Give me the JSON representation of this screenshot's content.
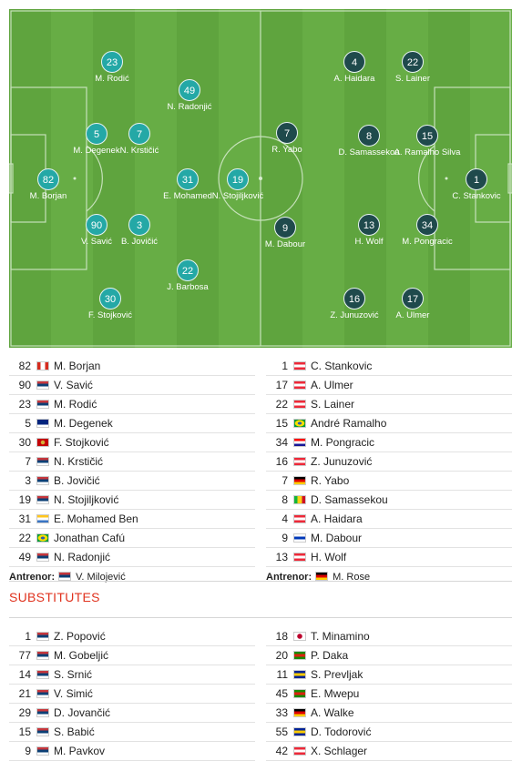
{
  "home": {
    "color": "#24a8a6",
    "players": [
      {
        "number": "23",
        "name": "M. Rodić"
      },
      {
        "number": "49",
        "name": "N. Radonjić"
      },
      {
        "number": "5",
        "name": "M. Degenek"
      },
      {
        "number": "7",
        "name": "N. Krstičić"
      },
      {
        "number": "82",
        "name": "M. Borjan"
      },
      {
        "number": "31",
        "name": "E. Mohamed"
      },
      {
        "number": "19",
        "name": "N. Stojiljković"
      },
      {
        "number": "90",
        "name": "V. Savić"
      },
      {
        "number": "3",
        "name": "B. Jovičić"
      },
      {
        "number": "22",
        "name": "J. Barbosa"
      },
      {
        "number": "30",
        "name": "F. Stojković"
      }
    ],
    "lineup": [
      {
        "number": "82",
        "name": "M. Borjan",
        "flag": "canada"
      },
      {
        "number": "90",
        "name": "V. Savić",
        "flag": "serbia"
      },
      {
        "number": "23",
        "name": "M. Rodić",
        "flag": "serbia"
      },
      {
        "number": "5",
        "name": "M. Degenek",
        "flag": "australia"
      },
      {
        "number": "30",
        "name": "F. Stojković",
        "flag": "montenegro"
      },
      {
        "number": "7",
        "name": "N. Krstičić",
        "flag": "serbia"
      },
      {
        "number": "3",
        "name": "B. Jovičić",
        "flag": "serbia"
      },
      {
        "number": "19",
        "name": "N. Stojiljković",
        "flag": "serbia"
      },
      {
        "number": "31",
        "name": "E. Mohamed Ben",
        "flag": "comoros"
      },
      {
        "number": "22",
        "name": "Jonathan Cafú",
        "flag": "brazil"
      },
      {
        "number": "49",
        "name": "N. Radonjić",
        "flag": "serbia"
      }
    ],
    "coach_label": "Antrenor:",
    "coach": "V. Milojević",
    "coach_flag": "serbia",
    "subs": [
      {
        "number": "1",
        "name": "Z. Popović",
        "flag": "serbia"
      },
      {
        "number": "77",
        "name": "M. Gobeljić",
        "flag": "serbia"
      },
      {
        "number": "14",
        "name": "S. Srnić",
        "flag": "serbia"
      },
      {
        "number": "21",
        "name": "V. Simić",
        "flag": "serbia"
      },
      {
        "number": "29",
        "name": "D. Jovančić",
        "flag": "serbia"
      },
      {
        "number": "15",
        "name": "S. Babić",
        "flag": "serbia"
      },
      {
        "number": "9",
        "name": "M. Pavkov",
        "flag": "serbia"
      }
    ]
  },
  "away": {
    "color": "#1f4a4c",
    "players": [
      {
        "number": "4",
        "name": "A. Haidara"
      },
      {
        "number": "22",
        "name": "S. Lainer"
      },
      {
        "number": "7",
        "name": "R. Yabo"
      },
      {
        "number": "8",
        "name": "D. Samassekou"
      },
      {
        "number": "15",
        "name": "A. Ramalho Silva"
      },
      {
        "number": "1",
        "name": "C. Stankovic"
      },
      {
        "number": "9",
        "name": "M. Dabour"
      },
      {
        "number": "13",
        "name": "H. Wolf"
      },
      {
        "number": "34",
        "name": "M. Pongracic"
      },
      {
        "number": "16",
        "name": "Z. Junuzović"
      },
      {
        "number": "17",
        "name": "A. Ulmer"
      }
    ],
    "lineup": [
      {
        "number": "1",
        "name": "C. Stankovic",
        "flag": "austria"
      },
      {
        "number": "17",
        "name": "A. Ulmer",
        "flag": "austria"
      },
      {
        "number": "22",
        "name": "S. Lainer",
        "flag": "austria"
      },
      {
        "number": "15",
        "name": "André Ramalho",
        "flag": "brazil"
      },
      {
        "number": "34",
        "name": "M. Pongracic",
        "flag": "croatia"
      },
      {
        "number": "16",
        "name": "Z. Junuzović",
        "flag": "austria"
      },
      {
        "number": "7",
        "name": "R. Yabo",
        "flag": "germany"
      },
      {
        "number": "8",
        "name": "D. Samassekou",
        "flag": "mali"
      },
      {
        "number": "4",
        "name": "A. Haidara",
        "flag": "austria"
      },
      {
        "number": "9",
        "name": "M. Dabour",
        "flag": "israel"
      },
      {
        "number": "13",
        "name": "H. Wolf",
        "flag": "austria"
      }
    ],
    "coach_label": "Antrenor:",
    "coach": "M. Rose",
    "coach_flag": "germany",
    "subs": [
      {
        "number": "18",
        "name": "T. Minamino",
        "flag": "japan"
      },
      {
        "number": "20",
        "name": "P. Daka",
        "flag": "zambia"
      },
      {
        "number": "11",
        "name": "S. Prevljak",
        "flag": "bosnia"
      },
      {
        "number": "45",
        "name": "E. Mwepu",
        "flag": "zambia"
      },
      {
        "number": "33",
        "name": "A. Walke",
        "flag": "germany"
      },
      {
        "number": "55",
        "name": "D. Todorović",
        "flag": "bosnia"
      },
      {
        "number": "42",
        "name": "X. Schlager",
        "flag": "austria"
      }
    ]
  },
  "substitutes_title": "SUBSTITUTES",
  "flag_colors": {
    "serbia": [
      "#c6363c",
      "#0c4076",
      "#ffffff"
    ],
    "canada": [
      "#d52b1e",
      "#ffffff",
      "#d52b1e"
    ],
    "australia": [
      "#00247d",
      "#00247d",
      "#ffffff"
    ],
    "montenegro": [
      "#c40308",
      "#c40308",
      "#d4af3a"
    ],
    "comoros": [
      "#ffc61e",
      "#ffffff",
      "#3a75c4"
    ],
    "brazil": [
      "#009b3a",
      "#fedf00",
      "#009b3a"
    ],
    "austria": [
      "#ed2939",
      "#ffffff",
      "#ed2939"
    ],
    "croatia": [
      "#ff0000",
      "#ffffff",
      "#171796"
    ],
    "germany": [
      "#000000",
      "#dd0000",
      "#ffce00"
    ],
    "mali": [
      "#14b53a",
      "#fcd116",
      "#ce1126"
    ],
    "israel": [
      "#ffffff",
      "#0038b8",
      "#ffffff"
    ],
    "japan": [
      "#ffffff",
      "#bc002d",
      "#ffffff"
    ],
    "zambia": [
      "#198a00",
      "#de2010",
      "#198a00"
    ],
    "bosnia": [
      "#002395",
      "#fecb00",
      "#002395"
    ]
  }
}
